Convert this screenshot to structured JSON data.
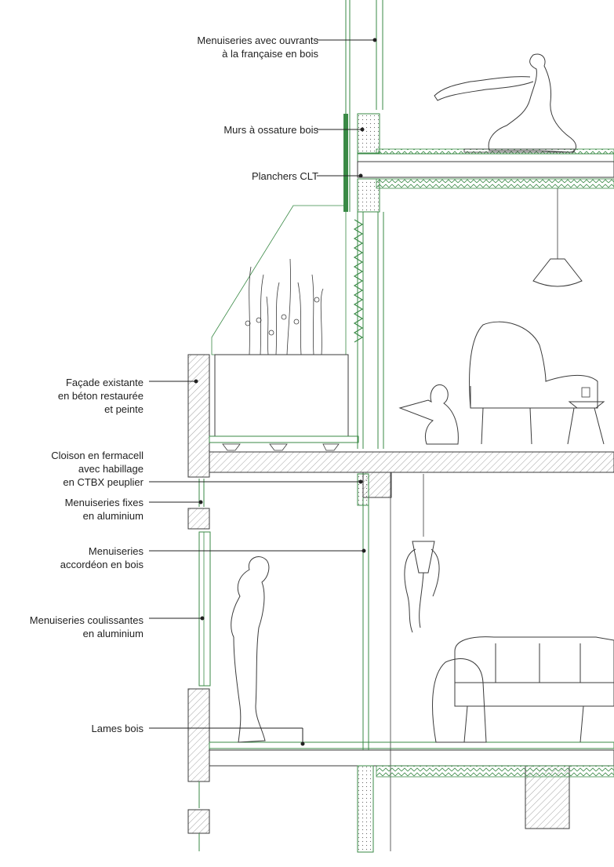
{
  "labels": {
    "menuiseries_ouvrants": [
      "Menuiseries avec ouvrants",
      "à la française en bois"
    ],
    "murs_ossature": [
      "Murs à ossature bois"
    ],
    "planchers": [
      "Planchers CLT"
    ],
    "facade": [
      "Façade existante",
      "en béton restaurée",
      "et peinte"
    ],
    "cloison": [
      "Cloison en fermacell",
      "avec habillage",
      "en CTBX peuplier"
    ],
    "menuiseries_fixes": [
      "Menuiseries fixes",
      "en aluminium"
    ],
    "menuiseries_accordeon": [
      "Menuiseries",
      "accordéon en bois"
    ],
    "menuiseries_coulissantes": [
      "Menuiseries coulissantes",
      "en aluminium"
    ],
    "lames_bois": [
      "Lames bois"
    ]
  },
  "colors": {
    "line": "#3b3b3b",
    "accent_green": "#3a8a46",
    "light_green": "#9cc7a2",
    "hatch": "#7a7a7a"
  }
}
